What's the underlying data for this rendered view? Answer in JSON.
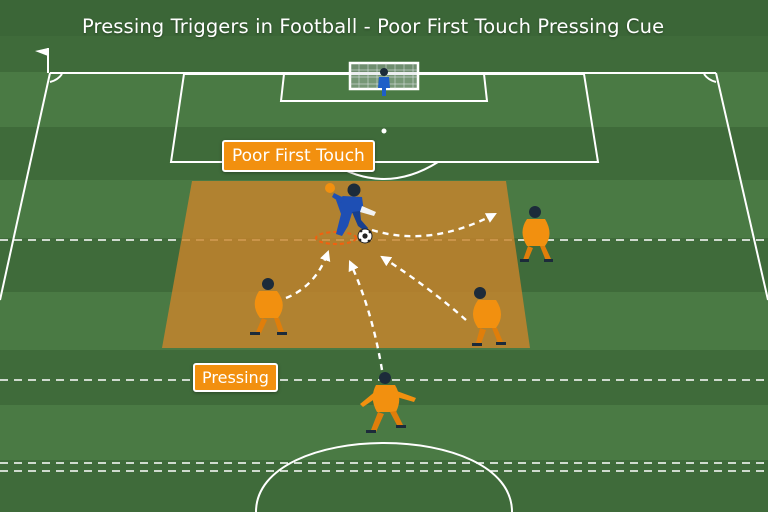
{
  "title": "Pressing Triggers in Football - Poor First Touch Pressing Cue",
  "labels": {
    "trigger": "Poor First Touch",
    "action": "Pressing"
  },
  "colors": {
    "pitch_light": "#4f7f48",
    "pitch_dark": "#3f6b3a",
    "press_zone": "#c8842c",
    "pressing_team": "#f2900f",
    "ball_carrier": "#1e4fb4",
    "goalkeeper": "#1f5fc8",
    "player_head": "#1c2b3a",
    "lines": "#ffffff"
  },
  "icons": {
    "corner_flag": "corner-flag-icon",
    "ball": "football-icon"
  }
}
